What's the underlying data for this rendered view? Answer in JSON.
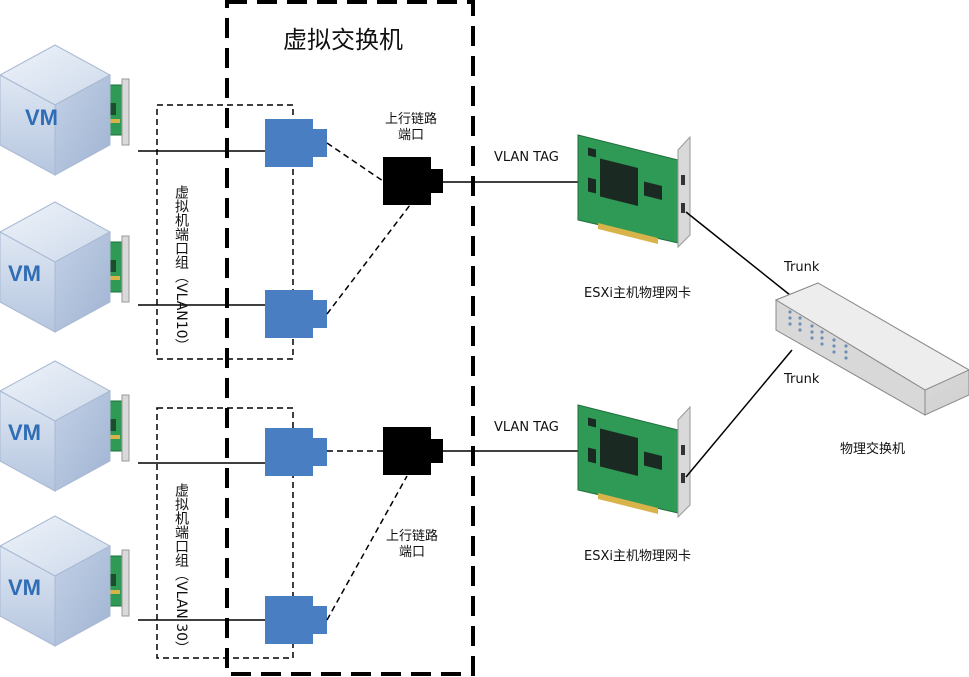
{
  "vswitch": {
    "title": "虚拟交换机"
  },
  "vm": {
    "badge": "VM"
  },
  "port_groups": [
    {
      "label": "虚拟机端口组",
      "vlan": "（VLAN10）"
    },
    {
      "label": "虚拟机端口组",
      "vlan": "（VLAN 30）"
    }
  ],
  "uplinks": [
    {
      "line1": "上行链路",
      "line2": "端口"
    },
    {
      "line1": "上行链路",
      "line2": "端口"
    }
  ],
  "links": {
    "vlan_tag": "VLAN TAG",
    "trunk": "Trunk"
  },
  "nics": {
    "label": "ESXi主机物理网卡"
  },
  "physical_switch": {
    "label": "物理交换机"
  },
  "colors": {
    "vport": "#4a7ec3",
    "uplink": "#000000",
    "pcb": "#2f9a55",
    "vm_cube": "#c8d6ea",
    "vm_text": "#2f6db5"
  }
}
